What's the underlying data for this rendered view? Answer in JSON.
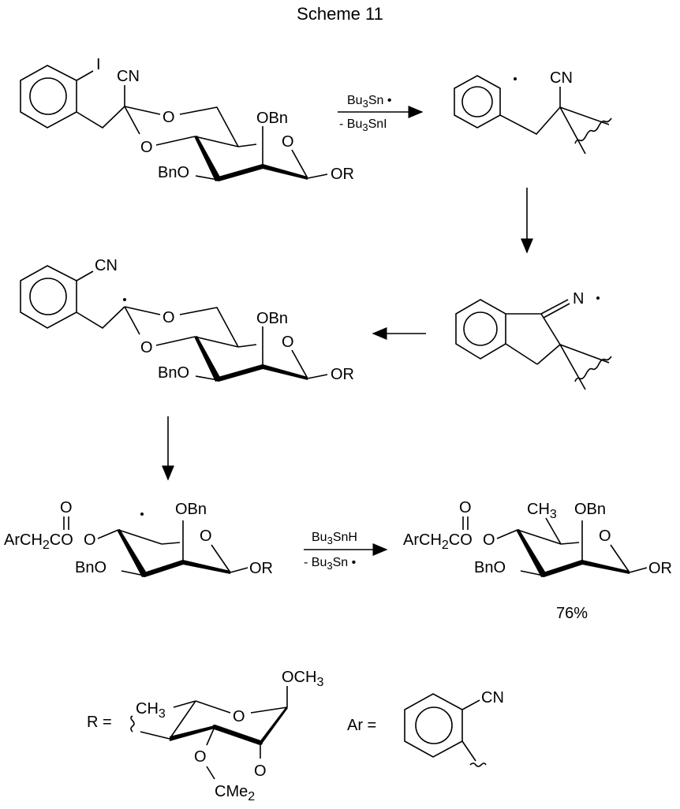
{
  "title": "Scheme 11",
  "labels": {
    "I": "I",
    "CN": "CN",
    "O": "O",
    "OBn": "OBn",
    "BnO": "BnO",
    "OR": "OR",
    "N": "N",
    "ArCH2CO": "ArCH",
    "ArCH2CO_sub": "2",
    "ArCH2CO_tail": "CO",
    "CH3": "CH",
    "sub3": "3",
    "OCH3": "OCH",
    "CMe2": "CMe",
    "sub2": "2",
    "R_eq": "R =",
    "Ar_eq": "Ar ="
  },
  "reactions": {
    "step1_above": "Bu",
    "step1_above_sub": "3",
    "step1_above_tail": "Sn •",
    "step1_below": "- Bu",
    "step1_below_sub": "3",
    "step1_below_tail": "SnI",
    "step5_above": "Bu",
    "step5_above_sub": "3",
    "step5_above_tail": "SnH",
    "step5_below": "- Bu",
    "step5_below_sub": "3",
    "step5_below_tail": "Sn •"
  },
  "yield": "76%"
}
